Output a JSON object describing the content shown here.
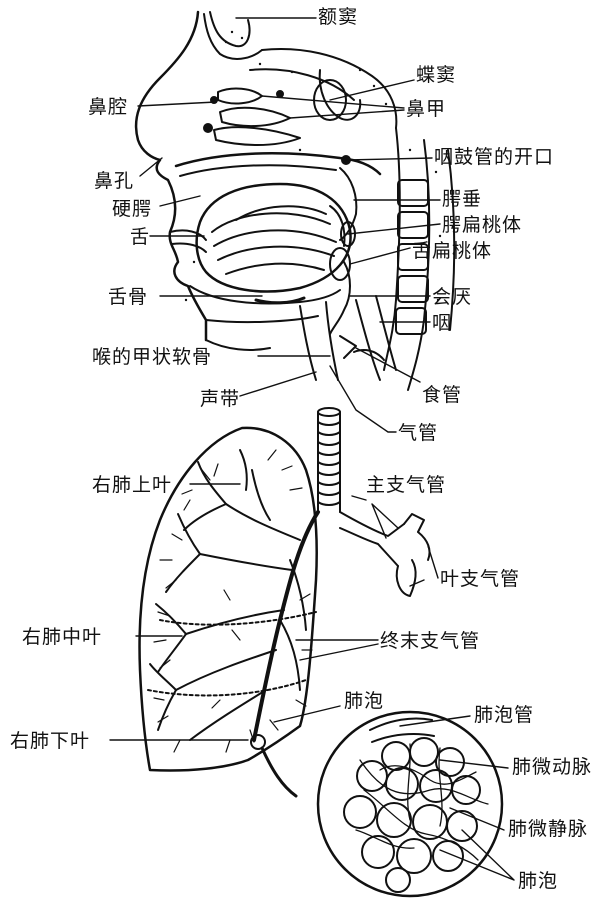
{
  "labels": {
    "frontal_sinus": "额窦",
    "sphenoid_sinus": "蝶窦",
    "nasal_cavity": "鼻腔",
    "nasal_concha": "鼻甲",
    "nostril": "鼻孔",
    "eustachian_opening": "咽鼓管的开口",
    "hard_palate": "硬腭",
    "uvula": "腭垂",
    "tongue": "舌",
    "palatine_tonsil": "腭扁桃体",
    "lingual_tonsil": "舌扁桃体",
    "hyoid": "舌骨",
    "epiglottis": "会厌",
    "pharynx": "咽",
    "thyroid_cartilage": "喉的甲状软骨",
    "esophagus": "食管",
    "vocal_cord": "声带",
    "trachea": "气管",
    "right_upper_lobe": "右肺上叶",
    "main_bronchus": "主支气管",
    "lobar_bronchus": "叶支气管",
    "right_middle_lobe": "右肺中叶",
    "terminal_bronchiole": "终末支气管",
    "alveolus_top": "肺泡",
    "alveolar_duct": "肺泡管",
    "right_lower_lobe": "右肺下叶",
    "pulmonary_arteriole": "肺微动脉",
    "pulmonary_venule": "肺微静脉",
    "alveolus_bottom": "肺泡"
  },
  "colors": {
    "ink": "#111111",
    "background": "#ffffff"
  }
}
